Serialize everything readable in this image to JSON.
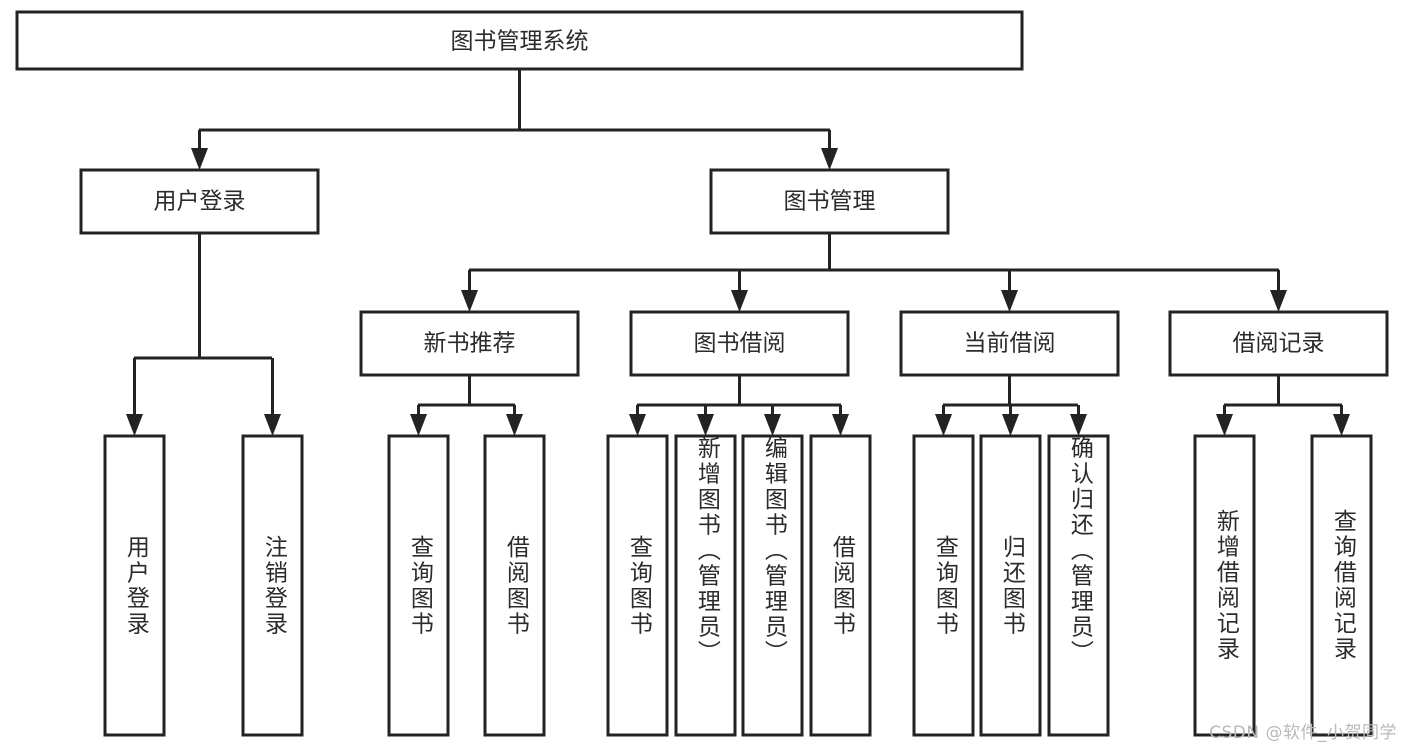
{
  "diagram": {
    "title": "图书管理系统",
    "type": "tree-hierarchy",
    "orientation": "top-down",
    "watermark": "CSDN @软件_小贺同学",
    "colors": {
      "stroke": "#232323",
      "fill": "#ffffff",
      "text": "#2b2b2b",
      "watermark": "#b9b9b9"
    }
  },
  "nodes": {
    "root": {
      "label": "图书管理系统"
    },
    "level2": [
      {
        "label": "用户登录"
      },
      {
        "label": "图书管理"
      }
    ],
    "level3": [
      {
        "label": "新书推荐"
      },
      {
        "label": "图书借阅"
      },
      {
        "label": "当前借阅"
      },
      {
        "label": "借阅记录"
      }
    ],
    "leaves": {
      "user_login": [
        {
          "label": "用户登录"
        },
        {
          "label": "注销登录"
        }
      ],
      "new_book_recommend": [
        {
          "label": "查询图书"
        },
        {
          "label": "借阅图书"
        }
      ],
      "book_borrow": [
        {
          "label": "查询图书"
        },
        {
          "label": "新增图书（管理员）"
        },
        {
          "label": "编辑图书（管理员）"
        },
        {
          "label": "借阅图书"
        }
      ],
      "current_borrow": [
        {
          "label": "查询图书"
        },
        {
          "label": "归还图书"
        },
        {
          "label": "确认归还（管理员）"
        }
      ],
      "borrow_record": [
        {
          "label": "新增借阅记录"
        },
        {
          "label": "查询借阅记录"
        }
      ]
    }
  }
}
